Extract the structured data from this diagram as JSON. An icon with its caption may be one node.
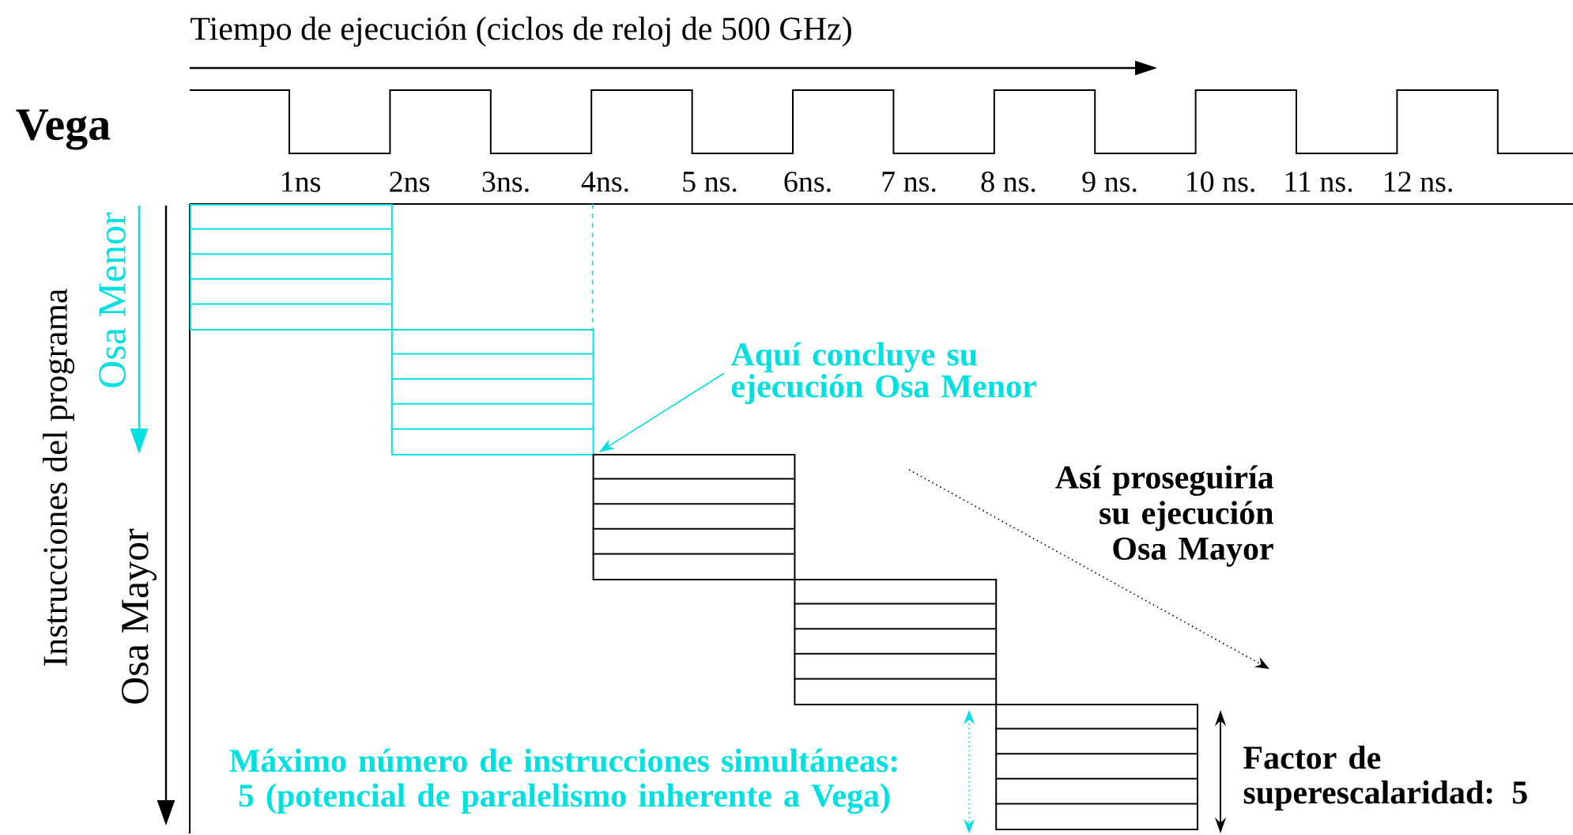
{
  "diagram": {
    "nodes": [
      {
        "text": [
          "Aquí concluye su ejecución Osa Menor"
        ]
      },
      {
        "text": [],
        "shape": "box"
      },
      {
        "text": [],
        "shape": "box"
      },
      {
        "text": [],
        "shape": "box"
      },
      {
        "text": [],
        "shape": "box"
      },
      {
        "text": [],
        "shape": "box"
      }
    ],
    "edges": [
      {
        "from": 0,
        "to": 2,
        "arrow": "to",
        "color": "#00e0e0"
      }
    ],
    "labels": [
      "Tiempo de ejecución (ciclos de reloj de 500 GHz)",
      "Vega",
      "1ns",
      "2ns",
      "3ns.",
      "4ns.",
      "5 ns.",
      "6ns.",
      "7 ns.",
      "8 ns.",
      "9 ns.",
      "10 ns.",
      "11 ns.",
      "12 ns.",
      "Instrucciones del programa",
      "Osa Menor",
      "Osa Mayor",
      "Así proseguiría su ejecución Osa Mayor",
      "Máximo número de instrucciones simultáneas: 5 (potencial de paralelismo inherente a Vega)",
      "Factor de superescalaridad: 5"
    ]
  }
}
